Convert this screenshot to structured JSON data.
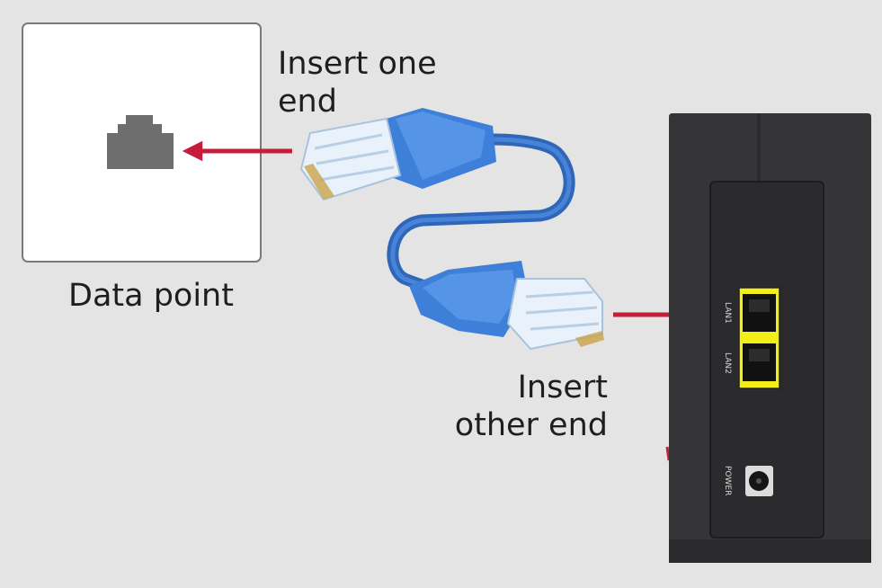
{
  "labels": {
    "insert_one_end": [
      "Insert one",
      "end"
    ],
    "insert_other_end": [
      "Insert",
      "other end"
    ],
    "data_point": "Data point"
  },
  "router": {
    "port_labels": [
      "LAN1",
      "LAN2"
    ],
    "power_label": "POWER"
  },
  "colors": {
    "background": "#e4e4e4",
    "arrow": "#c41e3a",
    "cable": "#3d7fd9",
    "lan_ports_highlight": "#f5f000",
    "router_body": "#3c3c3e",
    "wall_socket": "#6a6a6a"
  }
}
